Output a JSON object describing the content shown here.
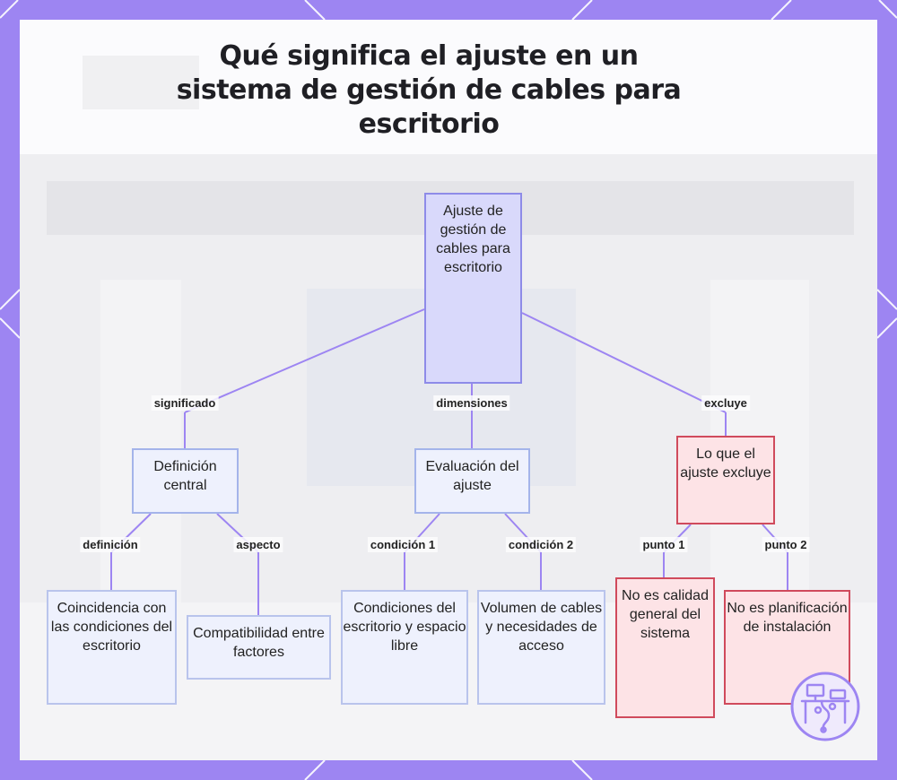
{
  "title": "Qué significa el ajuste en un sistema de gestión de cables para escritorio",
  "nodes": {
    "root": "Ajuste de gestión de cables para escritorio",
    "definicion_central": "Definición central",
    "evaluacion": "Evaluación del ajuste",
    "excluye": "Lo que el ajuste excluye",
    "coincidencia": "Coincidencia con las condiciones del escritorio",
    "compatibilidad": "Compatibilidad entre factores",
    "condiciones": "Condiciones del escritorio y espacio libre",
    "volumen": "Volumen de cables y necesidades de acceso",
    "calidad": "No es calidad general del sistema",
    "planificacion": "No es planificación de instalación"
  },
  "edge_labels": {
    "significado": "significado",
    "dimensiones": "dimensiones",
    "excluye": "excluye",
    "definicion": "definición",
    "aspecto": "aspecto",
    "condicion1": "condición 1",
    "condicion2": "condición 2",
    "punto1": "punto 1",
    "punto2": "punto 2"
  },
  "colors": {
    "frame": "#9d85f2",
    "root_fill": "#d9d9fb",
    "node_fill": "#eef1fd",
    "exclude_fill": "#fde3e6",
    "exclude_border": "#d04a5c",
    "edge": "#9d85f2"
  },
  "icons": {
    "logo": "desk-cable-logo-icon"
  }
}
